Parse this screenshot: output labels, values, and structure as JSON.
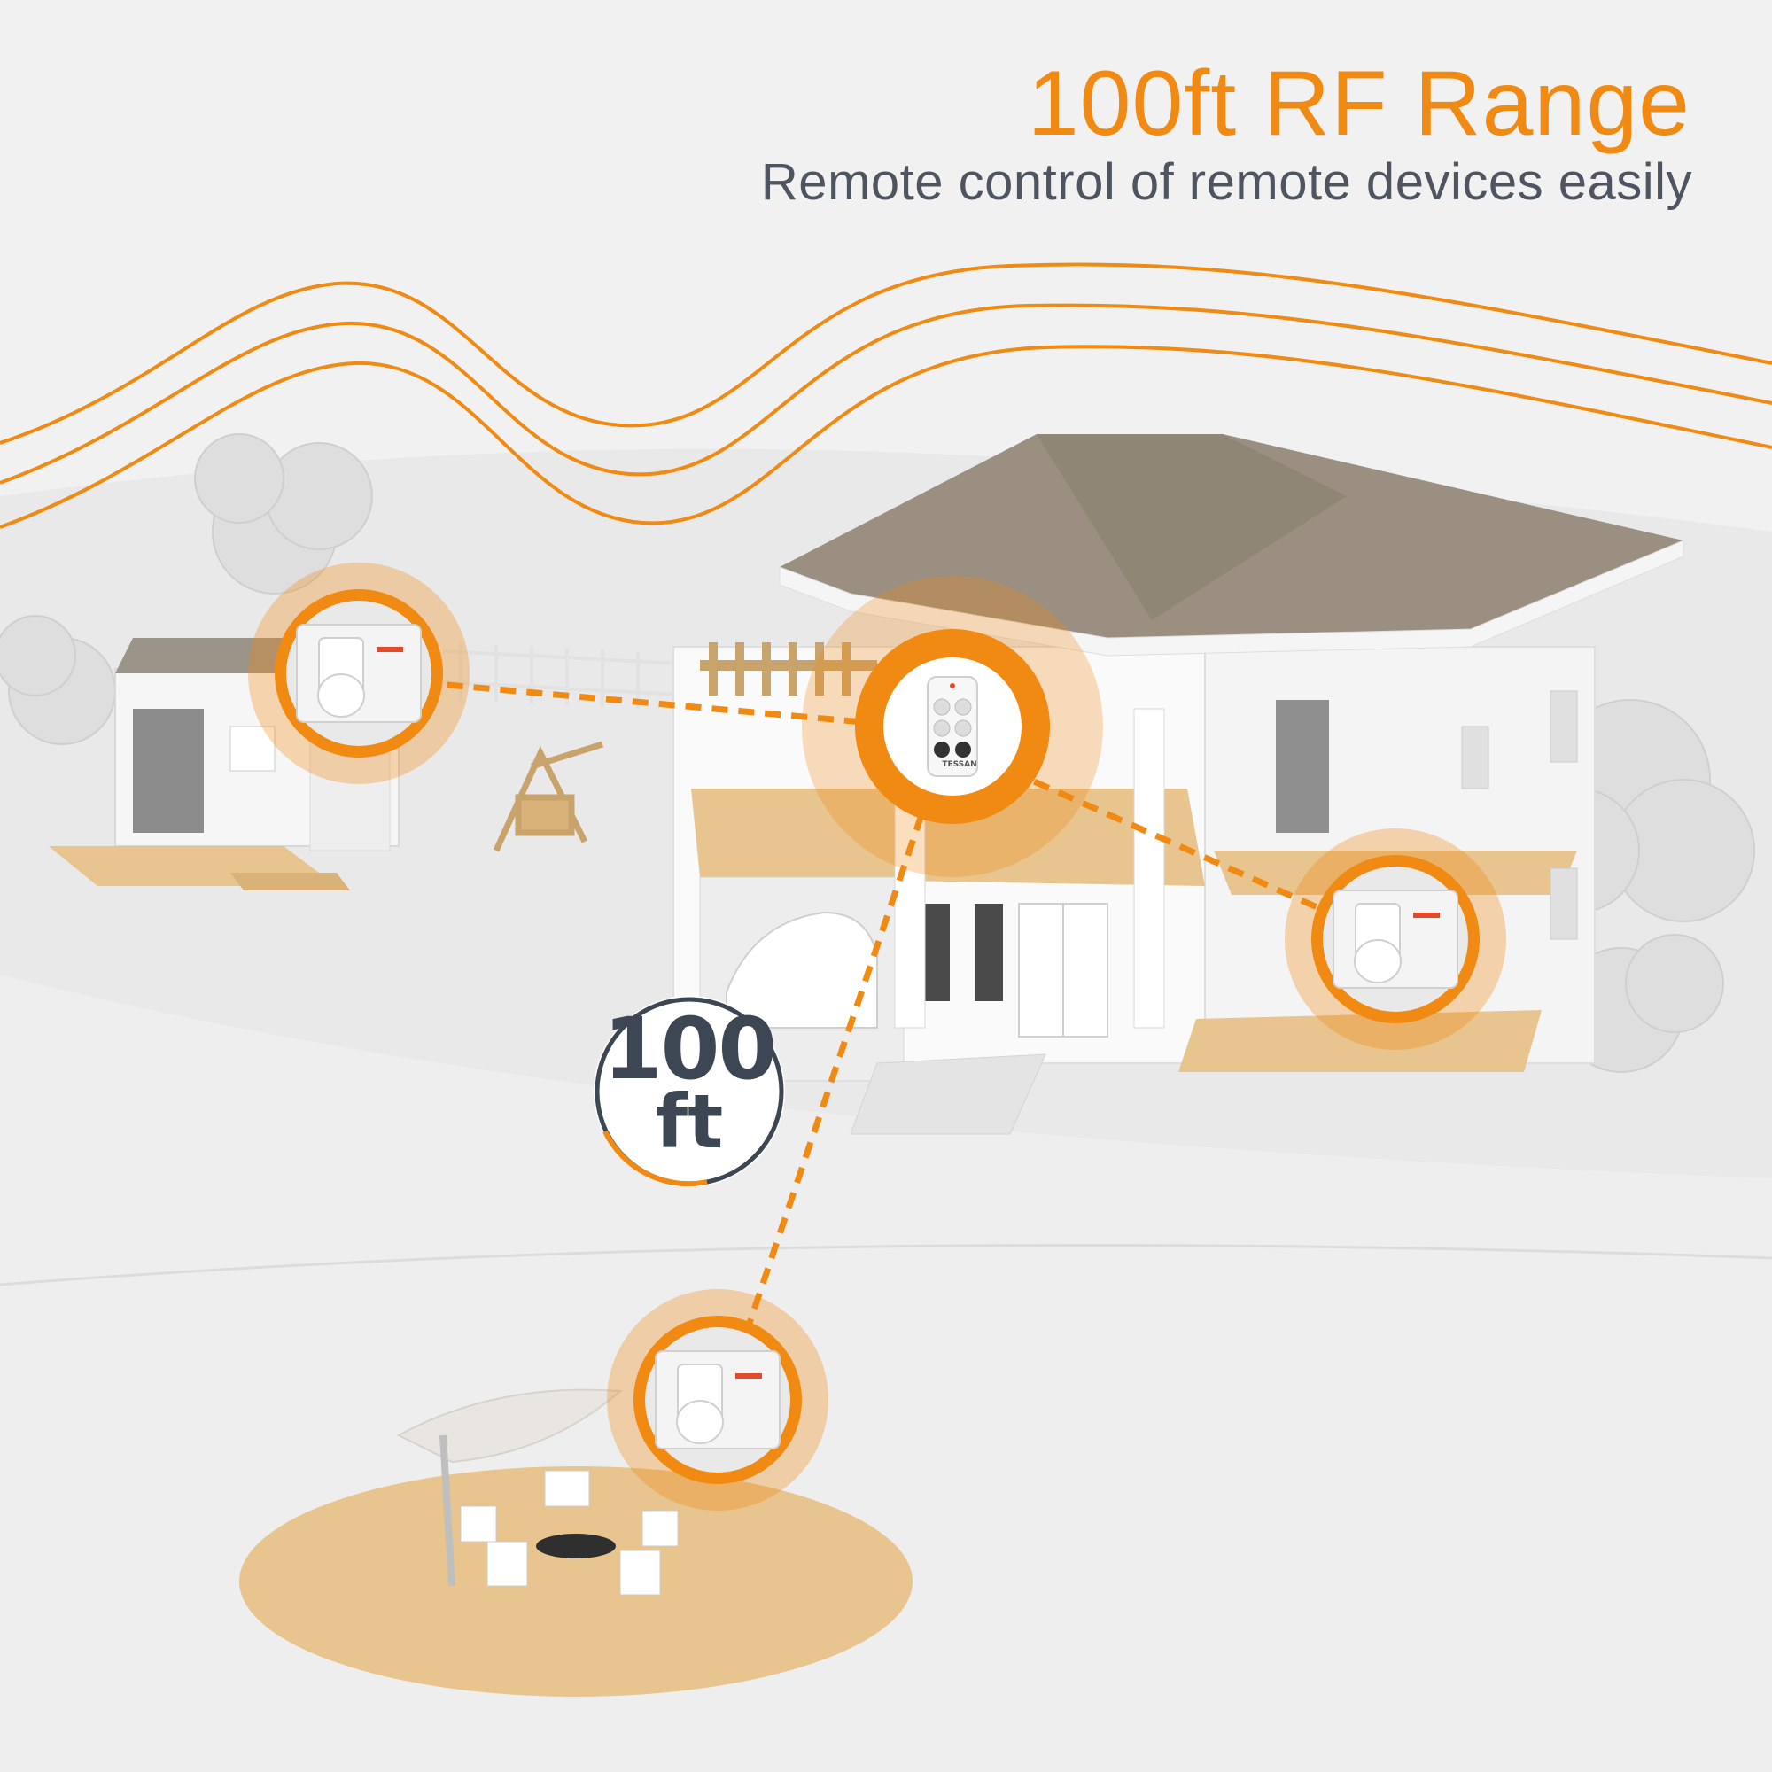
{
  "header": {
    "title": "100ft RF Range",
    "subtitle": "Remote control of remote devices easily"
  },
  "range_badge": {
    "value": "100",
    "unit": "ft"
  },
  "remote": {
    "brand": "TESSAN"
  },
  "colors": {
    "accent": "#f08a12",
    "text_dark": "#4e5560",
    "badge_text": "#3d4754",
    "ground": "#e6e6e6",
    "roof": "#9a8f80",
    "wood": "#e8c48e"
  },
  "icons": {
    "socket_plug": "smart-plug-icon",
    "remote": "remote-control-icon"
  }
}
